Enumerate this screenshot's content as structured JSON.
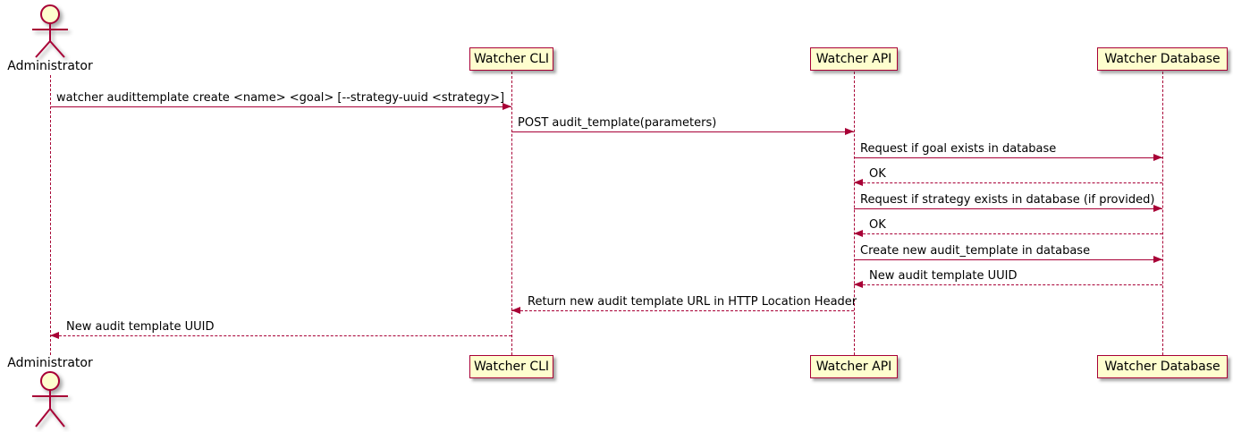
{
  "diagram": {
    "type": "sequence-diagram",
    "actor": {
      "name": "Administrator"
    },
    "participants": [
      {
        "name": "Watcher CLI"
      },
      {
        "name": "Watcher API"
      },
      {
        "name": "Watcher Database"
      }
    ],
    "messages": [
      {
        "from": "Administrator",
        "to": "Watcher CLI",
        "style": "solid",
        "text": "watcher audittemplate create <name> <goal> [--strategy-uuid <strategy>]"
      },
      {
        "from": "Watcher CLI",
        "to": "Watcher API",
        "style": "solid",
        "text": "POST audit_template(parameters)"
      },
      {
        "from": "Watcher API",
        "to": "Watcher Database",
        "style": "solid",
        "text": "Request if goal exists in database"
      },
      {
        "from": "Watcher Database",
        "to": "Watcher API",
        "style": "dashed",
        "text": "OK"
      },
      {
        "from": "Watcher API",
        "to": "Watcher Database",
        "style": "solid",
        "text": "Request if strategy exists in database (if provided)"
      },
      {
        "from": "Watcher Database",
        "to": "Watcher API",
        "style": "dashed",
        "text": "OK"
      },
      {
        "from": "Watcher API",
        "to": "Watcher Database",
        "style": "solid",
        "text": "Create new audit_template in database"
      },
      {
        "from": "Watcher Database",
        "to": "Watcher API",
        "style": "dashed",
        "text": "New audit template UUID"
      },
      {
        "from": "Watcher API",
        "to": "Watcher CLI",
        "style": "dashed",
        "text": "Return new audit template URL in HTTP Location Header"
      },
      {
        "from": "Watcher CLI",
        "to": "Administrator",
        "style": "dashed",
        "text": "New audit template UUID"
      }
    ],
    "colors": {
      "accent": "#A80036",
      "participant_fill": "#FEFECE",
      "text": "#000000",
      "background": "#FFFFFF"
    }
  }
}
